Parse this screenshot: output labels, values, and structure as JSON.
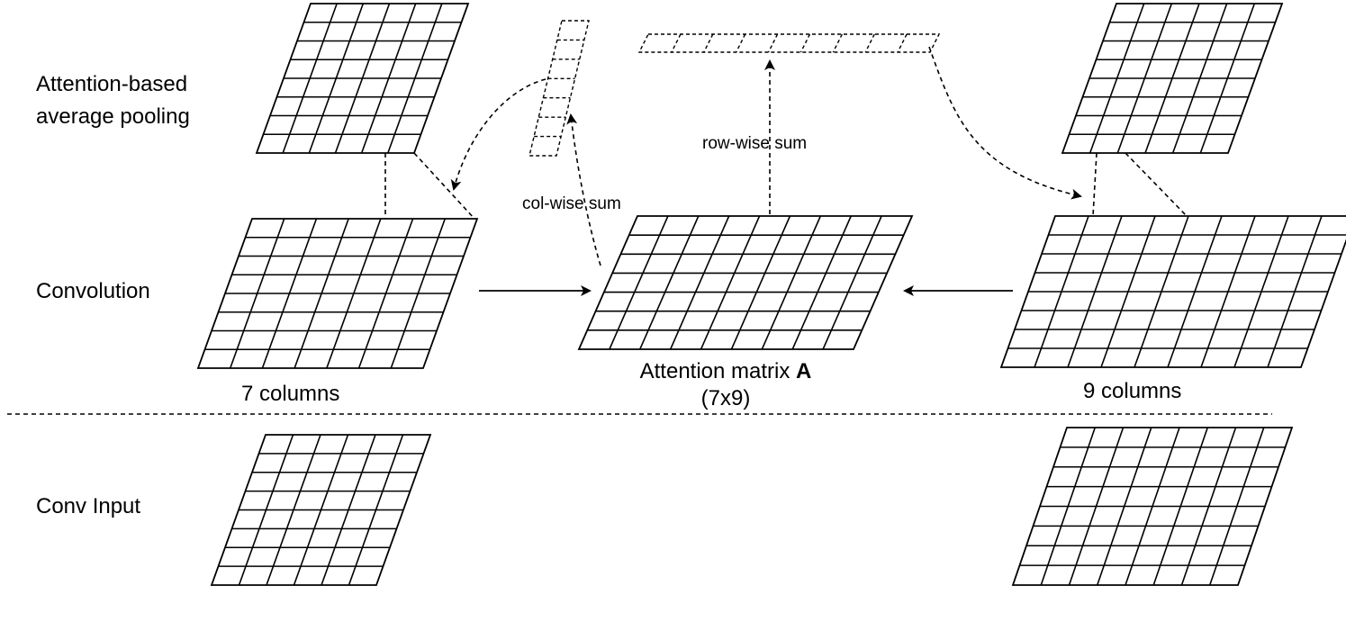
{
  "rows": {
    "pooling_line1": "Attention-based",
    "pooling_line2": "average pooling",
    "convolution": "Convolution",
    "conv_input": "Conv Input"
  },
  "left": {
    "columns_label": "7 columns",
    "columns": 7,
    "rows": 7
  },
  "right": {
    "columns_label": "9 columns",
    "columns": 9,
    "rows": 7
  },
  "attention": {
    "label": "Attention matrix ",
    "label_bold": "A",
    "dims": "(7x9)",
    "columns": 9,
    "rows": 7
  },
  "sums": {
    "col_label": "col-wise sum",
    "row_label": "row-wise sum",
    "col_cells": 7,
    "row_cells": 9
  },
  "colors": {
    "stroke": "#000000",
    "background": "#ffffff"
  }
}
